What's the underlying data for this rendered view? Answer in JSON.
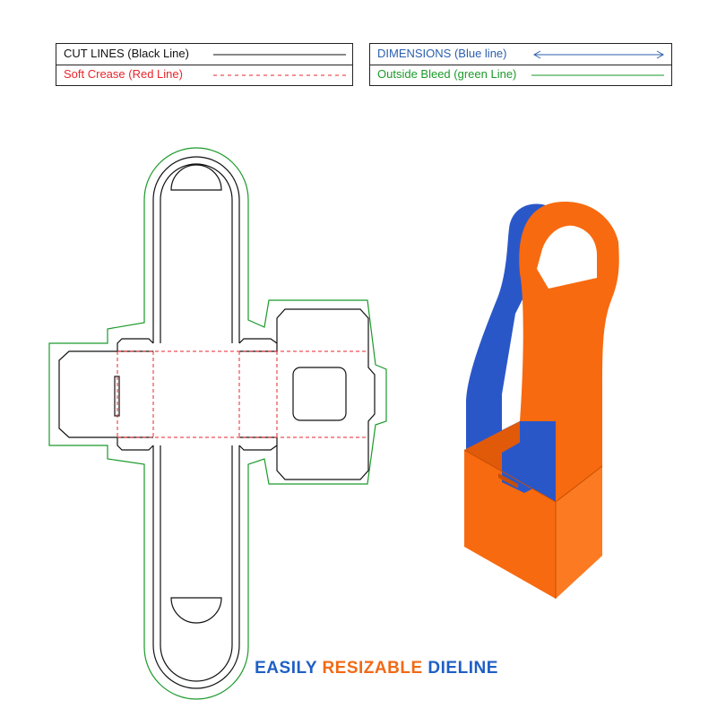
{
  "legend": {
    "cut_lines": "CUT LINES (Black Line)",
    "soft_crease": "Soft Crease (Red Line)",
    "dimensions": "DIMENSIONS (Blue line)",
    "outside_bleed": "Outside Bleed (green Line)"
  },
  "colors": {
    "cut": "#111111",
    "crease": "#e8262b",
    "dimension": "#2b5fae",
    "bleed": "#1b9a2a",
    "box_orange": "#f86a0f",
    "box_orange_dark": "#e05a0a",
    "box_blue": "#2a57c8"
  },
  "footer": {
    "word1": "EASILY",
    "word2": "RESIZABLE",
    "word3": "DIELINE"
  }
}
